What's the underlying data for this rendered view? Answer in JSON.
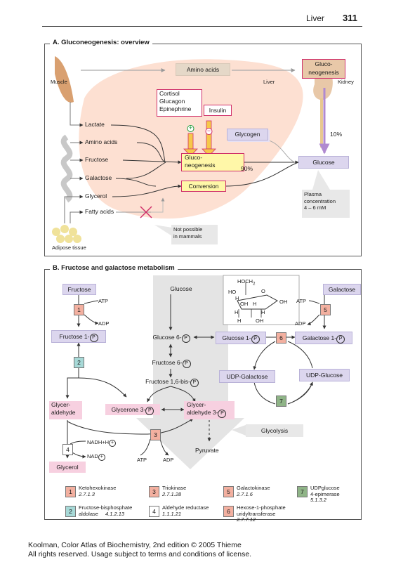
{
  "header": {
    "title": "Liver",
    "page_number": "311"
  },
  "panel_a": {
    "title": "A. Gluconeogenesis: overview",
    "labels": {
      "muscle": "Muscle",
      "liver": "Liver",
      "kidney": "Kidney",
      "adipose": "Adipose tissue",
      "amino_acids_top": "Amino acids",
      "gluconeogenesis_kidney": "Gluco-\nneogenesis",
      "lactate": "Lactate",
      "amino_acids": "Amino  acids",
      "fructose": "Fructose",
      "galactose": "Galactose",
      "glycerol": "Glycerol",
      "fatty_acids": "Fatty acids",
      "hormones": "Cortisol\nGlucagon\nEpinephrine",
      "insulin": "Insulin",
      "plus": "+",
      "minus": "−",
      "gluconeogenesis_liver": "Gluco-\nneogenesis",
      "conversion": "Conversion",
      "glycogen": "Glycogen",
      "glucose": "Glucose",
      "pct90": "90%",
      "pct10": "10%",
      "plasma": "Plasma\nconcentration\n4 – 6 mM",
      "not_possible": "Not possible\nin mammals"
    }
  },
  "panel_b": {
    "title": "B. Fructose and galactose metabolism",
    "labels": {
      "fructose": "Fructose",
      "atp1": "ATP",
      "adp1": "ADP",
      "fructose1p": "Fructose 1-",
      "glucose": "Glucose",
      "glucose6p": "Glucose 6-",
      "fructose6p": "Fructose 6-",
      "fructose16bp": "Fructose 1,6-bis-",
      "glucose1p": "Glucose 1-",
      "galactose1p": "Galactose 1-",
      "galactose": "Galactose",
      "atp5": "ATP",
      "adp5": "ADP",
      "udp_galactose": "UDP-Galactose",
      "udp_glucose": "UDP-Glucose",
      "glyceraldehyde": "Glycer-\naldehyde",
      "glycerone3p": "Glycerone 3-",
      "glyceraldehyde3p": "Glycer-\naldehyde 3-",
      "nadh": "NADH+H",
      "nad": "NAD",
      "plus": "+",
      "glycerol": "Glycerol",
      "atp3": "ATP",
      "adp3": "ADP",
      "pyruvate": "Pyruvate",
      "glycolysis": "Glycolysis",
      "p": "P"
    },
    "structure": {
      "hoch2": "HOCH",
      "sub2": "2",
      "ho": "HO",
      "o": "O",
      "h": "H",
      "oh": "OH"
    },
    "enzymes": [
      {
        "num": "1",
        "name": "Ketohexokinase",
        "ec": "2.7.1.3"
      },
      {
        "num": "2",
        "name": "Fructose-bisphosphate\naldolase",
        "ec": "4.1.2.13"
      },
      {
        "num": "3",
        "name": "Triokinase",
        "ec": "2.7.1.28"
      },
      {
        "num": "4",
        "name": "Aldehyde reductase",
        "ec": "1.1.1.21"
      },
      {
        "num": "5",
        "name": "Galactokinase",
        "ec": "2.7.1.6"
      },
      {
        "num": "6",
        "name": "Hexose-1-phosphate\nuridyltransferase",
        "ec": "2.7.7.12"
      },
      {
        "num": "7",
        "name": "UDPglucose\n4-epimerase",
        "ec": "5.1.3.2"
      }
    ]
  },
  "footer": {
    "line1": "Koolman, Color Atlas of Biochemistry, 2nd edition © 2005 Thieme",
    "line2": "All rights reserved. Usage subject to terms and conditions of license."
  },
  "colors": {
    "liver_bg": "#fde0d2",
    "lavender": "#dcd6ee",
    "yellow": "#fff7a8",
    "highlight": "#d0306a",
    "arrow_yellow": "#f6c84a"
  }
}
